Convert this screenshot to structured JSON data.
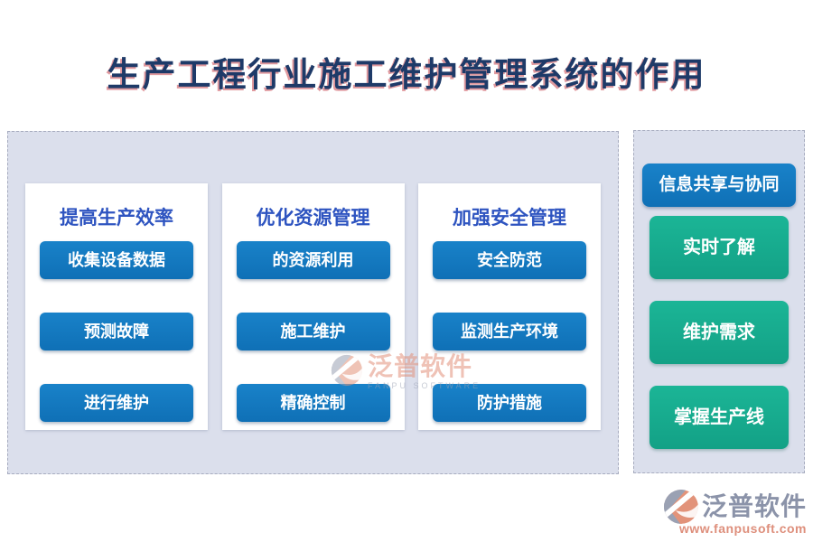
{
  "title": "生产工程行业施工维护管理系统的作用",
  "main": {
    "cards": [
      {
        "header": "提高生产效率",
        "buttons": [
          "收集设备数据",
          "预测故障",
          "进行维护"
        ]
      },
      {
        "header": "优化资源管理",
        "buttons": [
          "的资源利用",
          "施工维护",
          "精确控制"
        ]
      },
      {
        "header": "加强安全管理",
        "buttons": [
          "安全防范",
          "监测生产环境",
          "防护措施"
        ]
      }
    ]
  },
  "side": {
    "blue_button": "信息共享与协同",
    "green_buttons": [
      "实时了解",
      "维护需求",
      "掌握生产线"
    ]
  },
  "watermark": {
    "name": "泛普软件",
    "subtitle": "FANPU SOFTWARE"
  },
  "footer": {
    "brand": "泛普软件",
    "url": "www.fanpusoft.com"
  },
  "colors": {
    "title_navy": "#1E3A68",
    "card_header_blue": "#2E54C0",
    "button_blue": "#1478BE",
    "button_green": "#17AB8E",
    "panel_background": "#DBDFEC",
    "brand_gray": "#8B93A9",
    "brand_salmon": "#DE8F7C"
  }
}
